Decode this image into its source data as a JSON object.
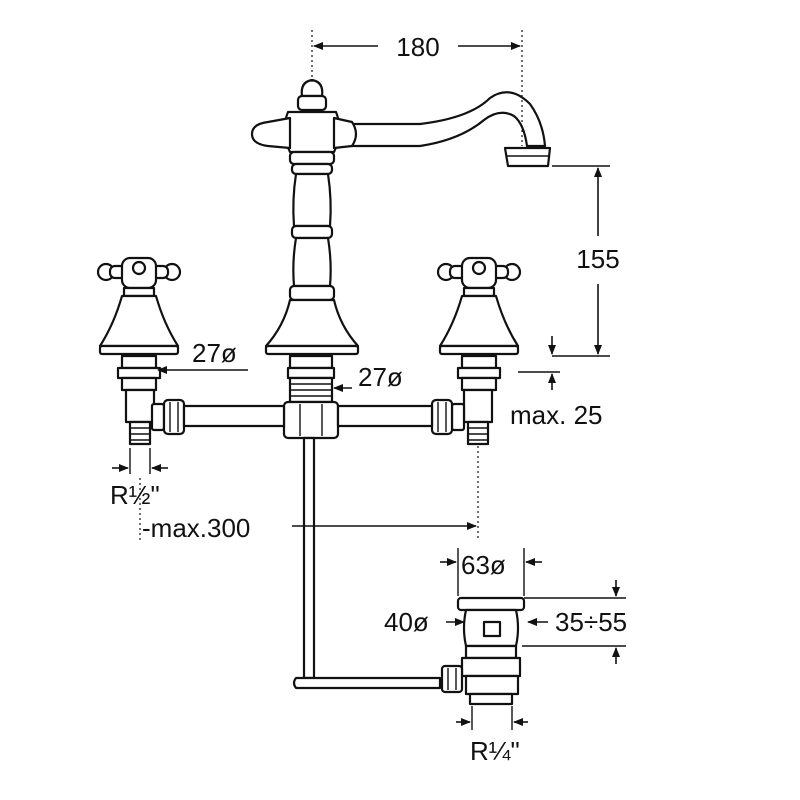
{
  "dimensions": {
    "spout_reach": "180",
    "spout_height": "155",
    "hole_left": "27ø",
    "hole_center": "27ø",
    "deck_thickness": "max. 25",
    "inlet_thread": "R½\"",
    "max_spacing": "-max.300",
    "waste_flange": "63ø",
    "waste_plug": "40ø",
    "waste_height": "35÷55",
    "waste_thread": "R¼\""
  }
}
